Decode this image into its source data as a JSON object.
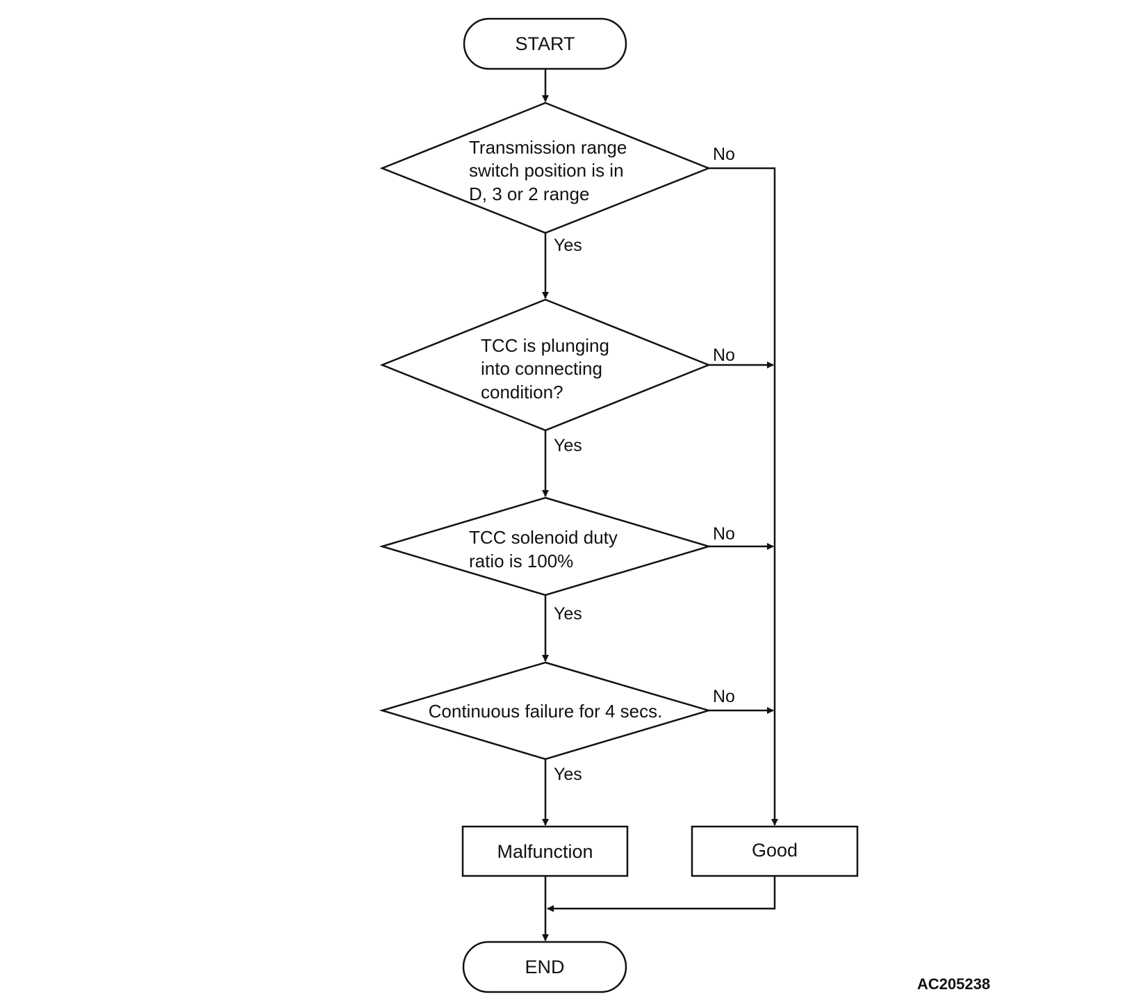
{
  "flowchart": {
    "start": "START",
    "end": "END",
    "decisions": [
      {
        "lines": [
          "Transmission range",
          "switch position is in",
          "D, 3 or 2 range"
        ],
        "yes": "Yes",
        "no": "No"
      },
      {
        "lines": [
          "TCC is plunging",
          "into connecting",
          "condition?"
        ],
        "yes": "Yes",
        "no": "No"
      },
      {
        "lines": [
          "TCC solenoid duty",
          "ratio is 100%"
        ],
        "yes": "Yes",
        "no": "No"
      },
      {
        "lines": [
          "Continuous failure for 4 secs."
        ],
        "yes": "Yes",
        "no": "No"
      }
    ],
    "outcomes": {
      "malfunction": "Malfunction",
      "good": "Good"
    }
  },
  "figure_code": "AC205238",
  "colors": {
    "line": "#111111",
    "background": "#ffffff"
  }
}
